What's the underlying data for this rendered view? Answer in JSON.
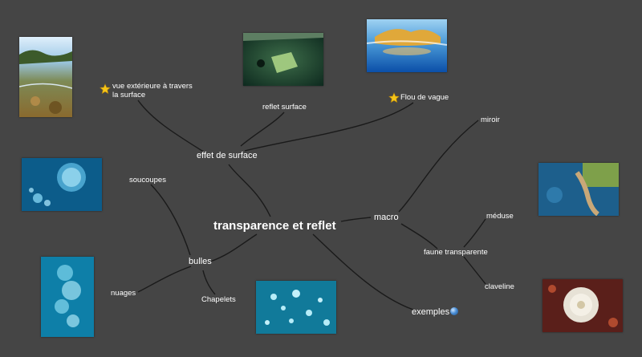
{
  "mindmap": {
    "root": "transparence et reflet",
    "branches": {
      "effet_de_surface": "effet de surface",
      "bulles": "bulles",
      "macro": "macro",
      "exemples": "exemples"
    },
    "leaves": {
      "vue_exterieure": "vue extérieure à travers la surface",
      "reflet_surface": "reflet surface",
      "flou_de_vague": "Flou de vague",
      "soucoupes": "soucoupes",
      "nuages": "nuages",
      "chapelets": "Chapelets",
      "miroir": "miroir",
      "faune_transparente": "faune transparente",
      "meduse": "méduse",
      "claveline": "claveline"
    },
    "icons": {
      "star": "star-icon",
      "globe": "globe-icon"
    }
  },
  "colors": {
    "background": "#454545",
    "line": "#1a1a1a",
    "text": "#ffffff",
    "star": "#f5c518"
  }
}
